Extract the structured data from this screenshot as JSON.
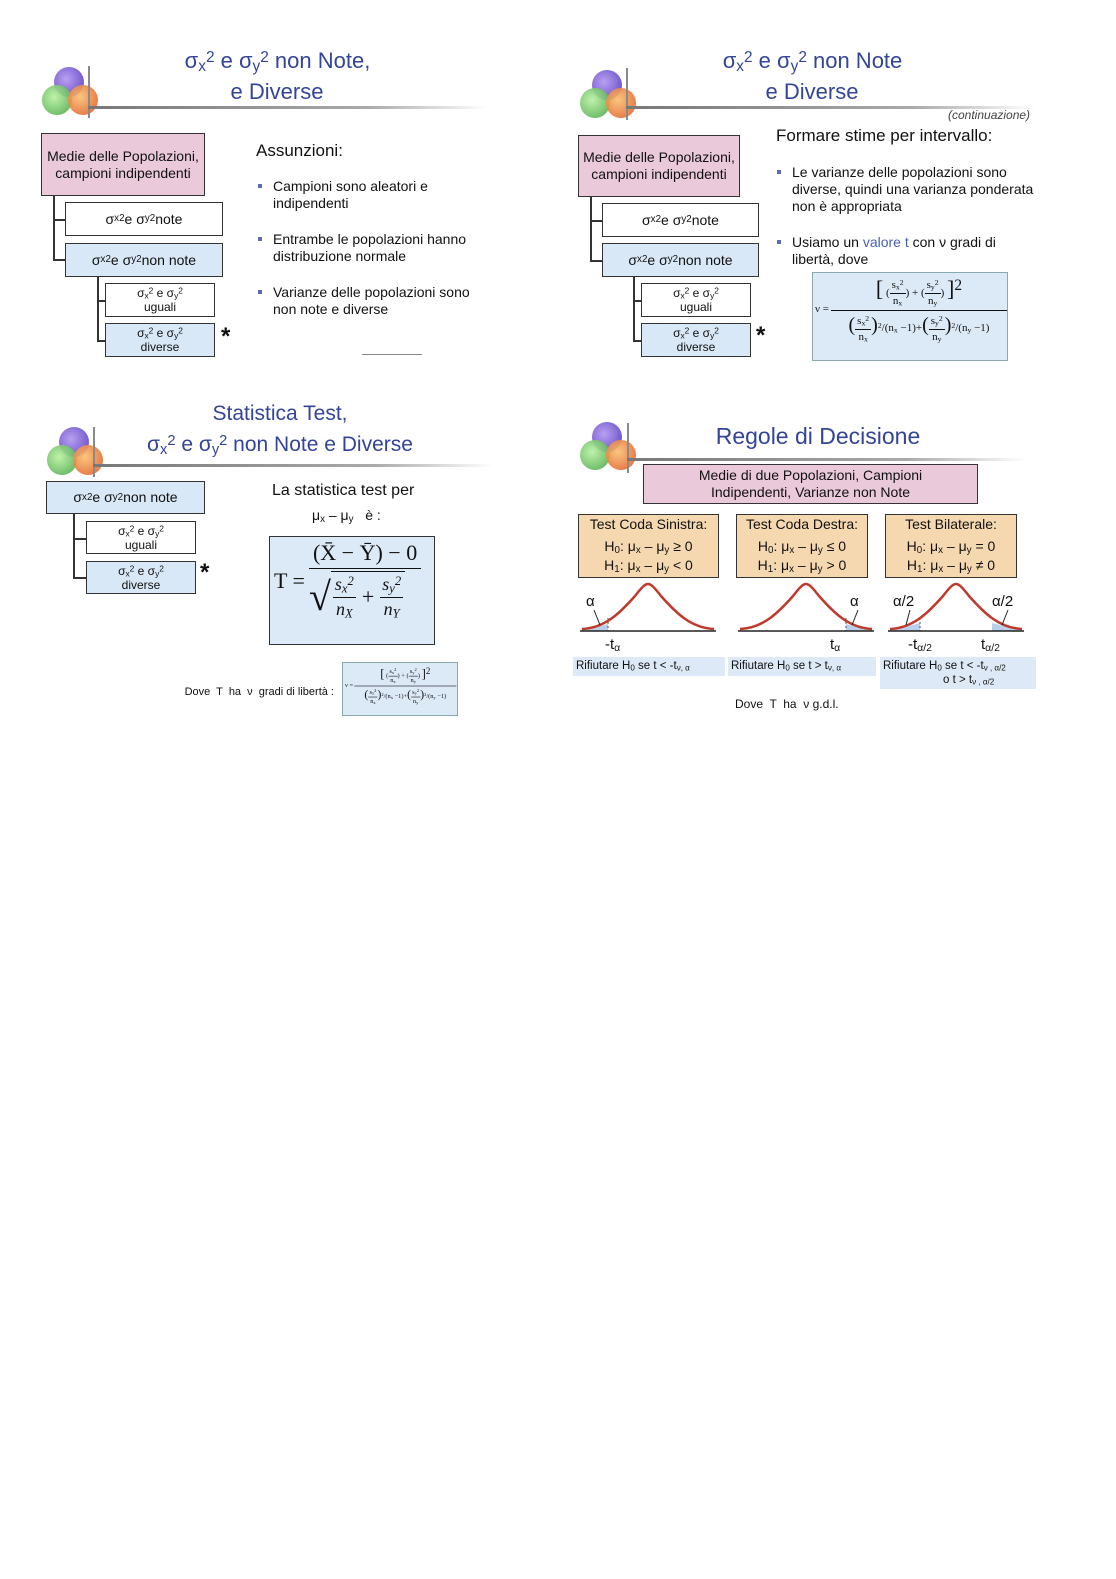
{
  "slide1": {
    "title_line1": "σ_{x}^{2} e σ_{y}^{2} non Note,",
    "title_line2": "e Diverse",
    "tree": {
      "root": "Medie delle Popolazioni, campioni indipendenti",
      "known": "σ_{x}^{2} e σ_{y}^{2} note",
      "unknown": "σ_{x}^{2} e σ_{y}^{2} non note",
      "equal_top": "σ_{x}^{2} e σ_{y}^{2}",
      "equal_bottom": "uguali",
      "diff_top": "σ_{x}^{2} e σ_{y}^{2}",
      "diff_bottom": "diverse",
      "star": "*"
    },
    "heading": "Assunzioni:",
    "bullets": [
      "Campioni sono aleatori e indipendenti",
      "Entrambe le popolazioni hanno distribuzione normale",
      "Varianze delle popolazioni sono non note e diverse"
    ]
  },
  "slide2": {
    "title_line1": "σ_{x}^{2} e σ_{y}^{2} non Note",
    "title_line2": "e Diverse",
    "subtitle": "(continuazione)",
    "heading": "Formare stime per intervallo:",
    "bullet1": "Le varianze delle popolazioni sono diverse, quindi una varianza ponderata non è appropriata",
    "bullet2_a": "Usiamo un ",
    "bullet2_highlight": "valore t",
    "bullet2_b": " con ν gradi di libertà, dove",
    "highlight_color": "#4a5fb0",
    "formula": {
      "lhs": "ν =",
      "sx2": "s_{x}^{2}",
      "nx": "n_{x}",
      "sy2": "s_{y}^{2}",
      "ny": "n_{y}",
      "plus": "+",
      "open_b": "[",
      "close_b": "]^{2}",
      "lp": "(",
      "rp": ")",
      "sq": "2",
      "dx": "/(n_{x} −1)",
      "dy": "/(n_{y} −1)"
    }
  },
  "slide3": {
    "title_line1": "Statistica Test,",
    "title_line2": "σ_{x}^{2} e σ_{y}^{2} non Note e Diverse",
    "tree": {
      "unknown": "σ_{x}^{2} e σ_{y}^{2} non note",
      "equal_top": "σ_{x}^{2} e σ_{y}^{2}",
      "equal_bottom": "uguali",
      "diff_top": "σ_{x}^{2} e σ_{y}^{2}",
      "diff_bottom": "diverse",
      "star": "*"
    },
    "heading1": "La statistica test per",
    "heading2": "μ_{x} – μ_{y}   è :",
    "formula": {
      "lhs": "T =",
      "num": "(X̄ − Ȳ) − 0",
      "sx2": "s_{x}^{2}",
      "nx": "n_{X}",
      "sy2": "s_{y}^{2}",
      "ny": "n_{Y}",
      "plus": "+",
      "root": "√"
    },
    "df_note": "Dove  T  ha  ν  gradi di libertà :"
  },
  "slide4": {
    "title": "Regole di Decisione",
    "header": "Medie di due Popolazioni, Campioni Indipendenti, Varianze non Note",
    "tests": [
      {
        "name": "Test Coda Sinistra:",
        "h0": "H_{0}: μ_{x} –  μ_{y} ≥ 0",
        "h1": "H_{1}: μ_{x} –  μ_{y} < 0",
        "tail_label": "α",
        "crit": "-t_{α}",
        "reject": "Rifiutare H_{0} se t < -t_{ν, α}"
      },
      {
        "name": "Test Coda Destra:",
        "h0": "H_{0}: μ_{x} –  μ_{y} ≤ 0",
        "h1": "H_{1}: μ_{x} –  μ_{y} > 0",
        "tail_label": "α",
        "crit": "t_{α}",
        "reject": "Rifiutare H_{0} se t > t_{ν, α}"
      },
      {
        "name": "Test Bilaterale:",
        "h0": "H_{0}: μ_{x} –  μ_{y} = 0",
        "h1": "H_{1}: μ_{x} –  μ_{y} ≠ 0",
        "tail_label": "α/2",
        "tail_label2": "α/2",
        "crit": "-t_{α/2}",
        "crit2": "t_{α/2}",
        "reject": "Rifiutare H_{0} se t < -t_{ν , α/2}",
        "reject2": "o t > t_{ν , α/2}"
      }
    ],
    "df_note": "Dove  T  ha  ν g.d.l."
  }
}
